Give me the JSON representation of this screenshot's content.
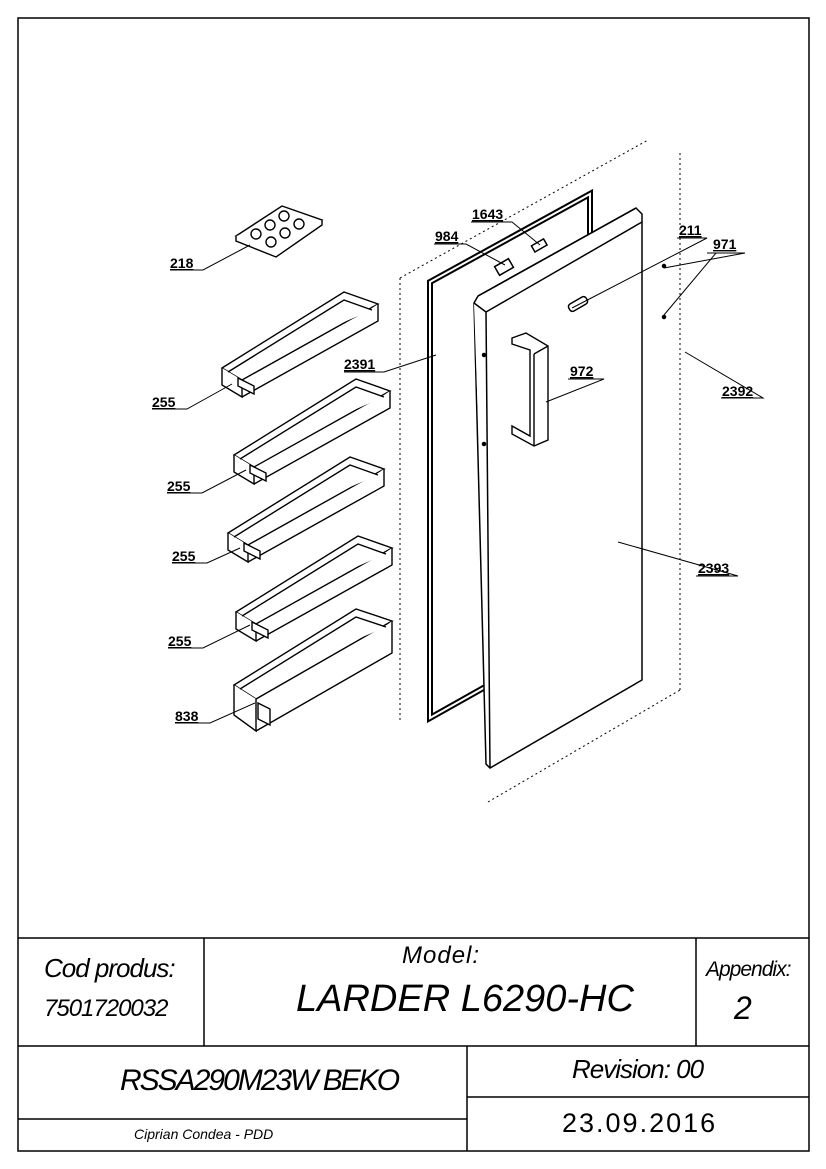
{
  "part_labels": {
    "p218": "218",
    "p984": "984",
    "p1643": "1643",
    "p211": "211",
    "p971": "971",
    "p2391": "2391",
    "p972": "972",
    "p2392": "2392",
    "p2393": "2393",
    "p255a": "255",
    "p255b": "255",
    "p255c": "255",
    "p255d": "255",
    "p838": "838"
  },
  "title_block": {
    "cod_produs_label": "Cod produs:",
    "cod_produs_value": "7501720032",
    "model_label": "Model:",
    "model_value": "LARDER L6290-HC",
    "appendix_label": "Appendix:",
    "appendix_value": "2",
    "product_name": "RSSA290M23W BEKO",
    "revision": "Revision: 00",
    "date": "23.09.2016",
    "author": "Ciprian Condea - PDD"
  }
}
